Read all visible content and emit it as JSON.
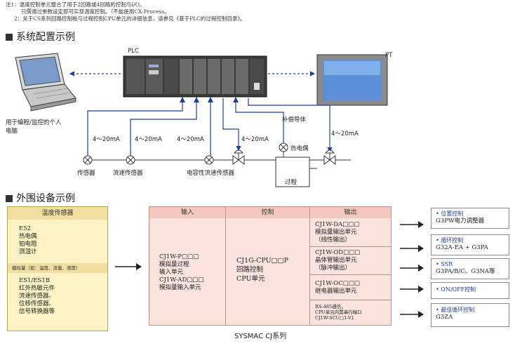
{
  "notes": {
    "line1": "注1：温度控制单元整合了用于2回路或4回路的控制与I/O。",
    "line2": "只需通过参数设定即可实现温度控制。（不能使用CX-Process。",
    "line3": "2：关于CS系列回路控制板与过程控制CPU单元的详细信息，请参见《基于PLC的过程控制目录》。"
  },
  "section1": {
    "title": "系统配置示例"
  },
  "config": {
    "plc_label": "PLC",
    "pt_label": "PT",
    "pc_label_1": "用于编程/监控的个人",
    "pc_label_2": "电脑",
    "ma1": "4～20mA",
    "ma2": "4～20mA",
    "ma3": "4～20mA",
    "ma4": "4～20mA",
    "ma5": "4～20mA",
    "comp_wire": "补偿导体",
    "thermocouple": "热电偶",
    "sensor": "传感器",
    "flow_sensor": "流速传感器",
    "cap_flow_sensor": "电容性流速传感器",
    "process": "过程"
  },
  "section2": {
    "title": "外围设备示例"
  },
  "peripherals": {
    "temp_header": "温度传感器",
    "temp_items": [
      "E52",
      "热电偶",
      "铂电阻",
      "测温计"
    ],
    "analog_header": "模拟量（如：温度、流量、液度）",
    "analog_items": [
      "ES1/ES1B",
      "红外热敏元件",
      "流速传感器、",
      "位移传感器、",
      "信号转换器等"
    ]
  },
  "cj": {
    "input_header": "输入",
    "control_header": "控制",
    "output_header": "输出",
    "input_lines": [
      "CJ1W-P□□□",
      "模拟量过程",
      "输入单元",
      "CJ1W-AD□□□",
      "模拟量输入单元"
    ],
    "control_lines": [
      "CJ1G-CPU□□P",
      "回路控制",
      "CPU单元"
    ],
    "out1": [
      "CJ1W-DA□□□",
      "模拟量输出单元",
      "（线性输出）"
    ],
    "out2": [
      "CJ1W-OD□□□",
      "晶体管输出单元",
      "（脉冲输出）"
    ],
    "out3": [
      "CJ1W-OC□□□",
      "继电器输出单元"
    ],
    "out4": [
      "RS-485通信，",
      "CPU单元内置串行端口",
      "CJ1W-SCU□1-V1"
    ],
    "footer": "SYSMAC CJ系列"
  },
  "right": [
    {
      "title": "• 位置控制",
      "desc": "G3PW电力调整器"
    },
    {
      "title": "• 循环控制",
      "desc": "G32A-EA + G3PA"
    },
    {
      "title": "• SSR",
      "desc": "G3PA/B/C、G3NA等"
    },
    {
      "title": "• ON/OFF控制",
      "desc": ""
    },
    {
      "title": "• 最佳循环控制",
      "desc": "G3ZA"
    }
  ]
}
